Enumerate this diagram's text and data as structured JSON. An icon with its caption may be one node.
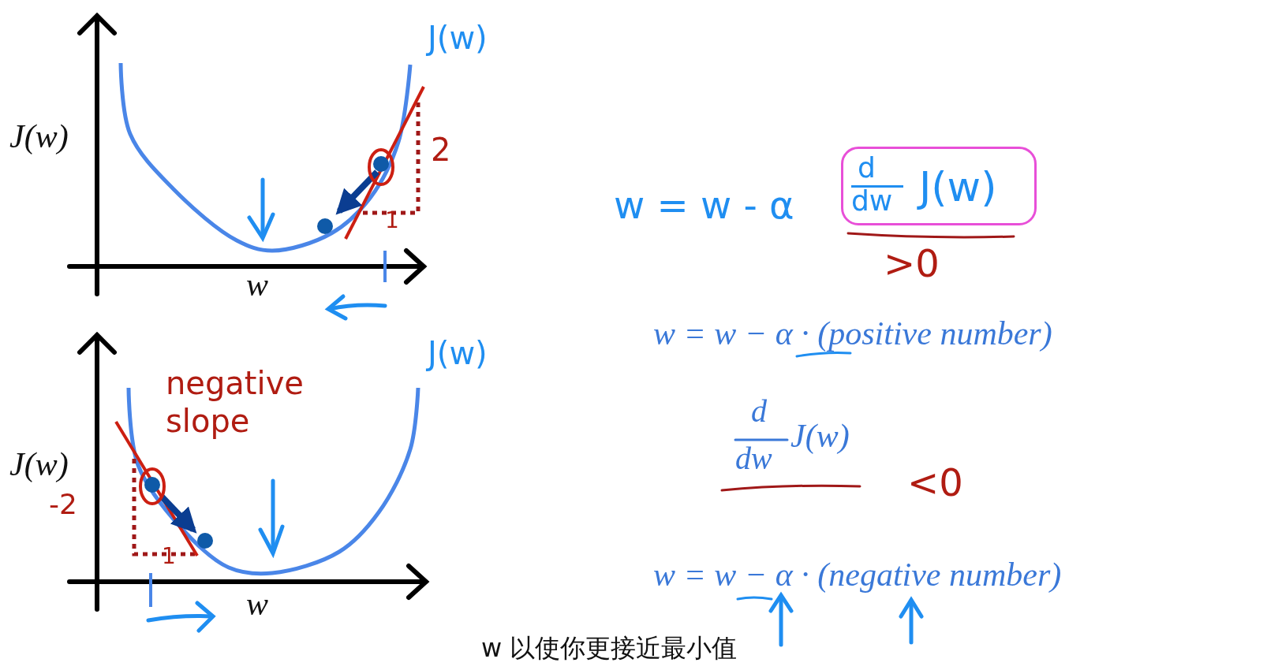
{
  "diagram": {
    "nodes": [
      {
        "text": [
          "d",
          "dw",
          "J(w)"
        ]
      }
    ],
    "labels": [
      "J(w)",
      "J(w)",
      "2",
      "1",
      "w",
      "w = w - α",
      ">0",
      "w = w − α · (positive number)",
      "J(w)",
      "negative slope",
      "J(w)",
      "-2",
      "1",
      "w",
      "d",
      "dw",
      "J(w)",
      "<0",
      "w = w − α · (negative number)",
      "w 以使你更接近最小值"
    ]
  }
}
